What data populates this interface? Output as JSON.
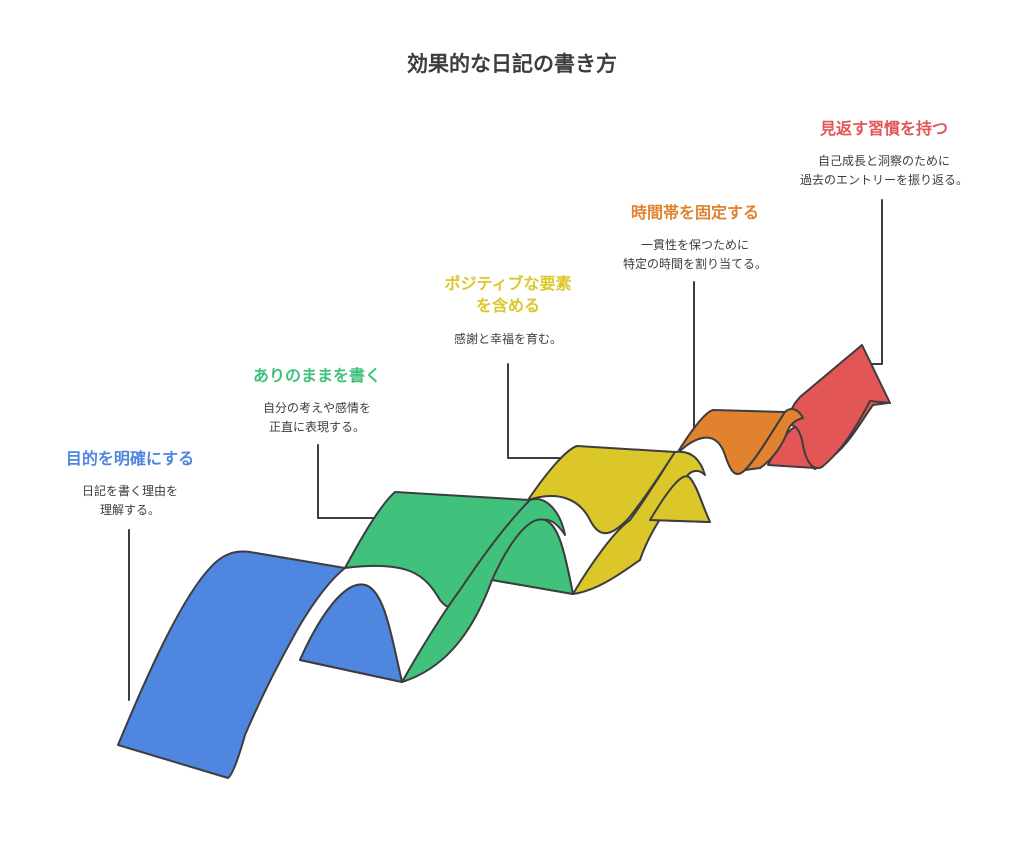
{
  "title": "効果的な日記の書き方",
  "steps": [
    {
      "title": "目的を明確にする",
      "description": "日記を書く理由を\n理解する。",
      "color": "#4f86e0"
    },
    {
      "title": "ありのままを書く",
      "description": "自分の考えや感情を\n正直に表現する。",
      "color": "#40c27d"
    },
    {
      "title": "ポジティブな要素\nを含める",
      "description": "感謝と幸福を育む。",
      "color": "#dcc72b"
    },
    {
      "title": "時間帯を固定する",
      "description": "一貫性を保つために\n特定の時間を割り当てる。",
      "color": "#e0822e"
    },
    {
      "title": "見返す習慣を持つ",
      "description": "自己成長と洞察のために\n過去のエントリーを振り返る。",
      "color": "#e25656"
    }
  ]
}
